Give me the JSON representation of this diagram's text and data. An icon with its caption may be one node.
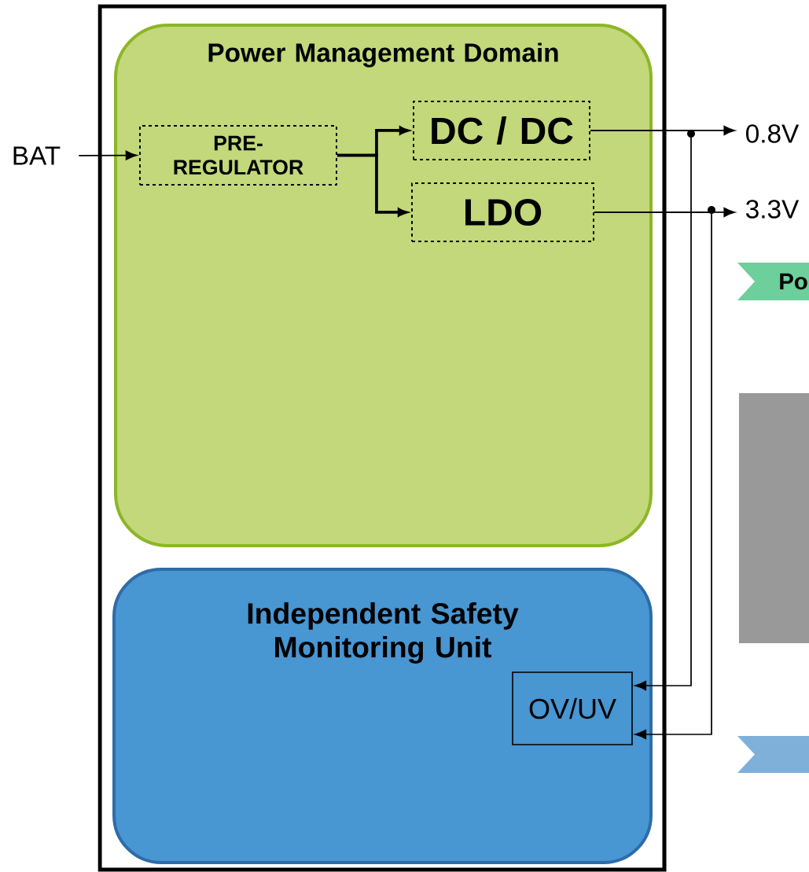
{
  "diagram": {
    "nodes": [
      {
        "text": [],
        "shape": "box"
      },
      {
        "text": [
          "Power Management Domain"
        ],
        "in": 0
      },
      {
        "text": [
          "PRE- REGULATOR"
        ],
        "in": 1
      },
      {
        "text": [
          "DC / DC"
        ],
        "in": 1
      },
      {
        "text": [
          "LDO"
        ],
        "in": 1
      },
      {
        "text": [
          "Independent Safety Monitoring Unit"
        ],
        "in": 0
      },
      {
        "text": [
          "OV/UV"
        ],
        "in": 5
      },
      {
        "text": [
          "BAT"
        ]
      },
      {
        "text": [
          "0.8V"
        ]
      },
      {
        "text": [
          "3.3V"
        ]
      },
      {
        "text": [
          "Po"
        ]
      },
      {
        "text": [],
        "shape": "box"
      },
      {
        "text": [],
        "shape": "chevron"
      }
    ],
    "edges": [
      {
        "from": 7,
        "to": 2,
        "arrow": "to"
      },
      {
        "from": 2,
        "to": 3,
        "arrow": "to",
        "style": "thick"
      },
      {
        "from": 2,
        "to": 4,
        "arrow": "to",
        "style": "thick"
      },
      {
        "from": 3,
        "to": 8,
        "arrow": "to"
      },
      {
        "from": 4,
        "to": 9,
        "arrow": "to"
      },
      {
        "from": 3,
        "to": 6,
        "arrow": "to"
      },
      {
        "from": 4,
        "to": 6,
        "arrow": "to"
      }
    ]
  }
}
